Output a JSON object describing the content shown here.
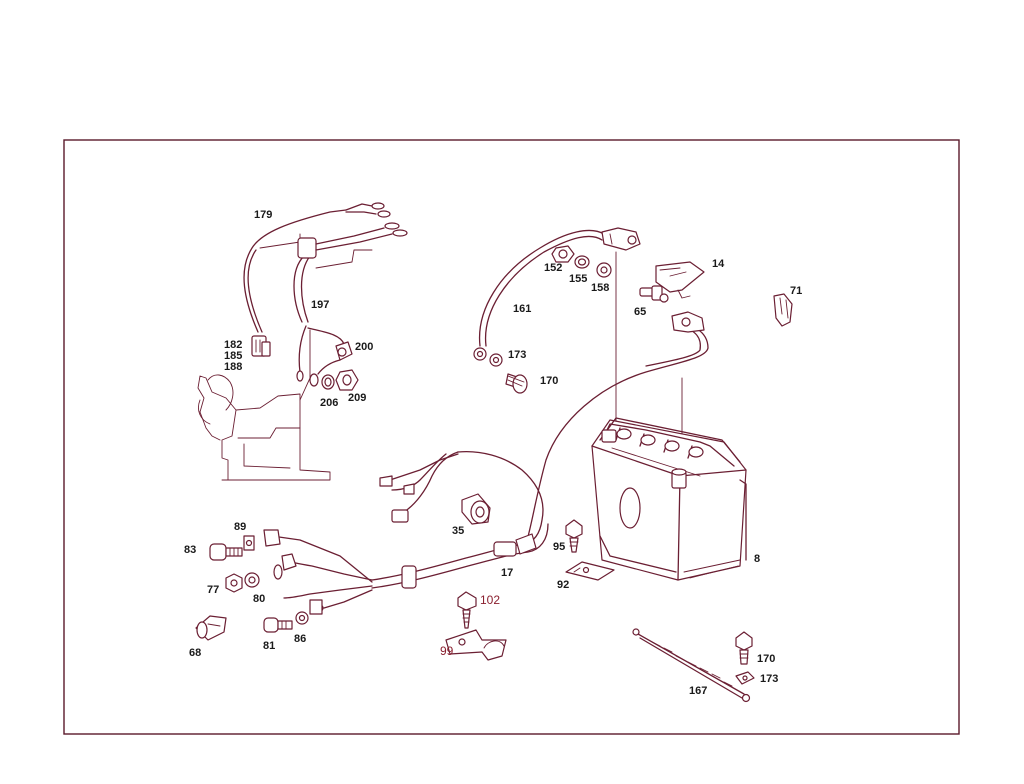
{
  "colors": {
    "line": "#6b1f33",
    "frame": "#5a1a2a",
    "label": "#1a1a1a",
    "label_alt": "#8a1f2f",
    "background": "#ffffff"
  },
  "labels": {
    "p179": "179",
    "p197": "197",
    "p182": "182",
    "p185": "185",
    "p188": "188",
    "p200": "200",
    "p206": "206",
    "p209": "209",
    "p152": "152",
    "p155": "155",
    "p158": "158",
    "p161": "161",
    "p173a": "173",
    "p170a": "170",
    "p14": "14",
    "p65": "65",
    "p71": "71",
    "p89": "89",
    "p83": "83",
    "p77": "77",
    "p80": "80",
    "p35": "35",
    "p17": "17",
    "p95": "95",
    "p92": "92",
    "p8": "8",
    "p102": "102",
    "p99": "99",
    "p68": "68",
    "p81": "81",
    "p86": "86",
    "p170b": "170",
    "p173b": "173",
    "p167": "167"
  }
}
